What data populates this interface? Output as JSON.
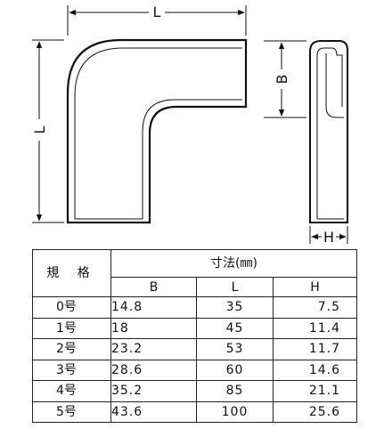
{
  "drawing": {
    "dim_L_top": "L",
    "dim_L_side": "L",
    "dim_B": "B",
    "dim_H": "H"
  },
  "table": {
    "spec_header": "規 格",
    "dims_header": "寸法(㎜)",
    "col_B": "B",
    "col_L": "L",
    "col_H": "H",
    "rows": [
      {
        "name": "0号",
        "B": "14.8",
        "L": "35",
        "H": "7.5"
      },
      {
        "name": "1号",
        "B": "18",
        "L": "45",
        "H": "11.4"
      },
      {
        "name": "2号",
        "B": "23.2",
        "L": "53",
        "H": "11.7"
      },
      {
        "name": "3号",
        "B": "28.6",
        "L": "60",
        "H": "14.6"
      },
      {
        "name": "4号",
        "B": "35.2",
        "L": "85",
        "H": "21.1"
      },
      {
        "name": "5号",
        "B": "43.6",
        "L": "100",
        "H": "25.6"
      }
    ]
  }
}
